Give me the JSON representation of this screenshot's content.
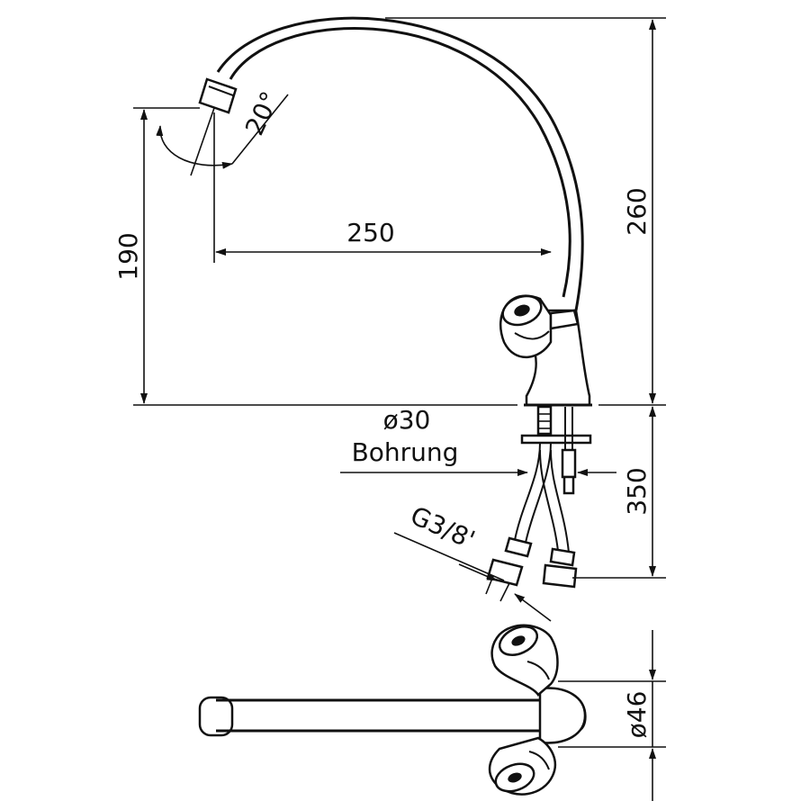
{
  "dimensions": {
    "spout_height": "190",
    "spout_reach": "250",
    "total_height": "260",
    "hose_length": "350",
    "bore_diameter": "ø30",
    "bore_label": "Bohrung",
    "thread_size": "G3/8'",
    "spout_angle": "20°",
    "body_diameter": "ø46"
  }
}
